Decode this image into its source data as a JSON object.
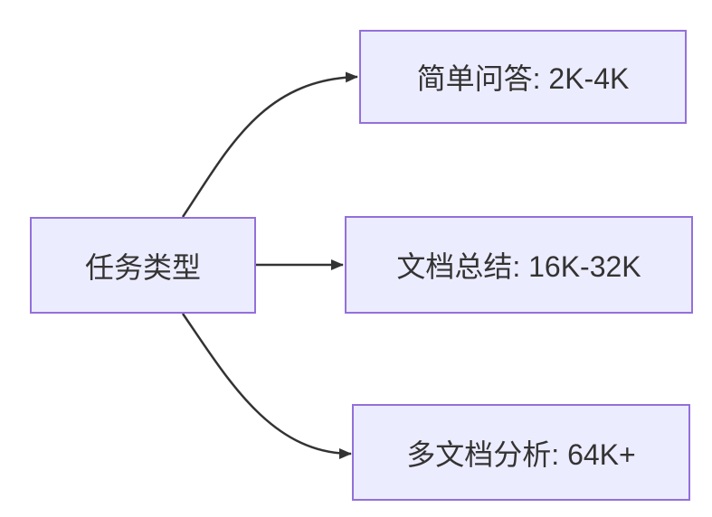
{
  "diagram": {
    "type": "flowchart-left-to-right",
    "background": "#FFFFFF",
    "colors": {
      "node_fill": "#ECECFF",
      "node_border": "#9370DB",
      "node_text": "#333333",
      "edge_stroke": "#333333"
    },
    "nodes": [
      {
        "id": "task-type",
        "label": "任务类型"
      },
      {
        "id": "simple-qa",
        "label": "简单问答: 2K-4K"
      },
      {
        "id": "doc-summary",
        "label": "文档总结: 16K-32K"
      },
      {
        "id": "multi-doc",
        "label": "多文档分析: 64K+"
      }
    ],
    "edges": [
      {
        "from": "task-type",
        "to": "simple-qa"
      },
      {
        "from": "task-type",
        "to": "doc-summary"
      },
      {
        "from": "task-type",
        "to": "multi-doc"
      }
    ]
  }
}
